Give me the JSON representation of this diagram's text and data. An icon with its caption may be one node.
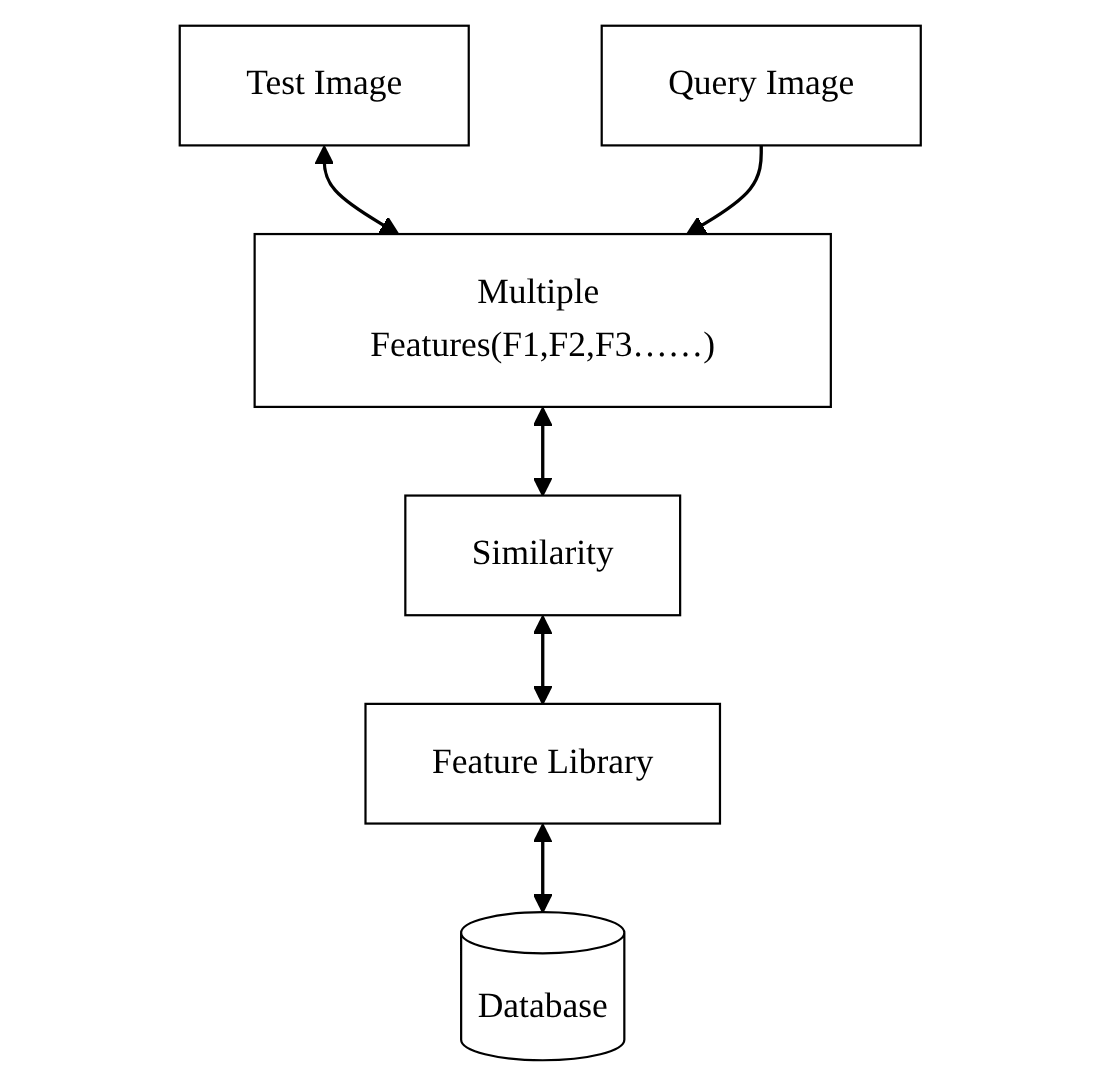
{
  "diagram": {
    "nodes": [
      {
        "text": [
          "Test Image"
        ]
      },
      {
        "text": [
          "Query Image"
        ]
      },
      {
        "text": [
          "Multiple Features(F1,F2,F3……)"
        ]
      },
      {
        "text": [
          "Similarity"
        ]
      },
      {
        "text": [
          "Feature Library"
        ]
      },
      {
        "text": [
          "Database"
        ]
      }
    ],
    "edges": [
      {
        "from": 0,
        "to": 2,
        "arrow": "both"
      },
      {
        "from": 1,
        "to": 2,
        "arrow": "to"
      },
      {
        "from": 2,
        "to": 3,
        "arrow": "both"
      },
      {
        "from": 3,
        "to": 4,
        "arrow": "both"
      },
      {
        "from": 4,
        "to": 5,
        "arrow": "both"
      }
    ]
  }
}
